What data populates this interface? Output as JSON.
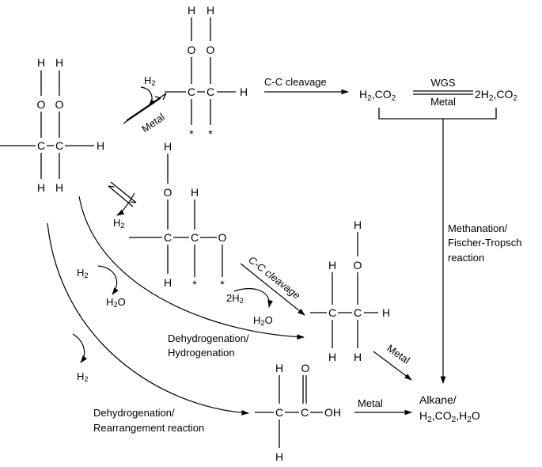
{
  "atoms": {
    "H": "H",
    "O": "O",
    "C": "C",
    "OH": "OH",
    "star": "*"
  },
  "species": {
    "h2_co2": "H2,CO2",
    "two_h2_co2": "2H2,CO2",
    "alkane_top": "Alkane/",
    "alkane_bottom": "H2,CO2,H2O"
  },
  "reagents": {
    "h2": "H2",
    "h2o": "H2O",
    "two_h2": "2H2"
  },
  "labels": {
    "metal": "Metal",
    "cc_cleavage": "C-C cleavage",
    "wgs": "WGS",
    "methanation_1": "Methanation/",
    "methanation_2": "Fischer-Tropsch",
    "methanation_3": "reaction",
    "dehydro_hydro_1": "Dehydrogenation/",
    "dehydro_hydro_2": "Hydrogenation",
    "dehydro_rearr_1": "Dehydrogenation/",
    "dehydro_rearr_2": "Rearrangement reaction"
  }
}
